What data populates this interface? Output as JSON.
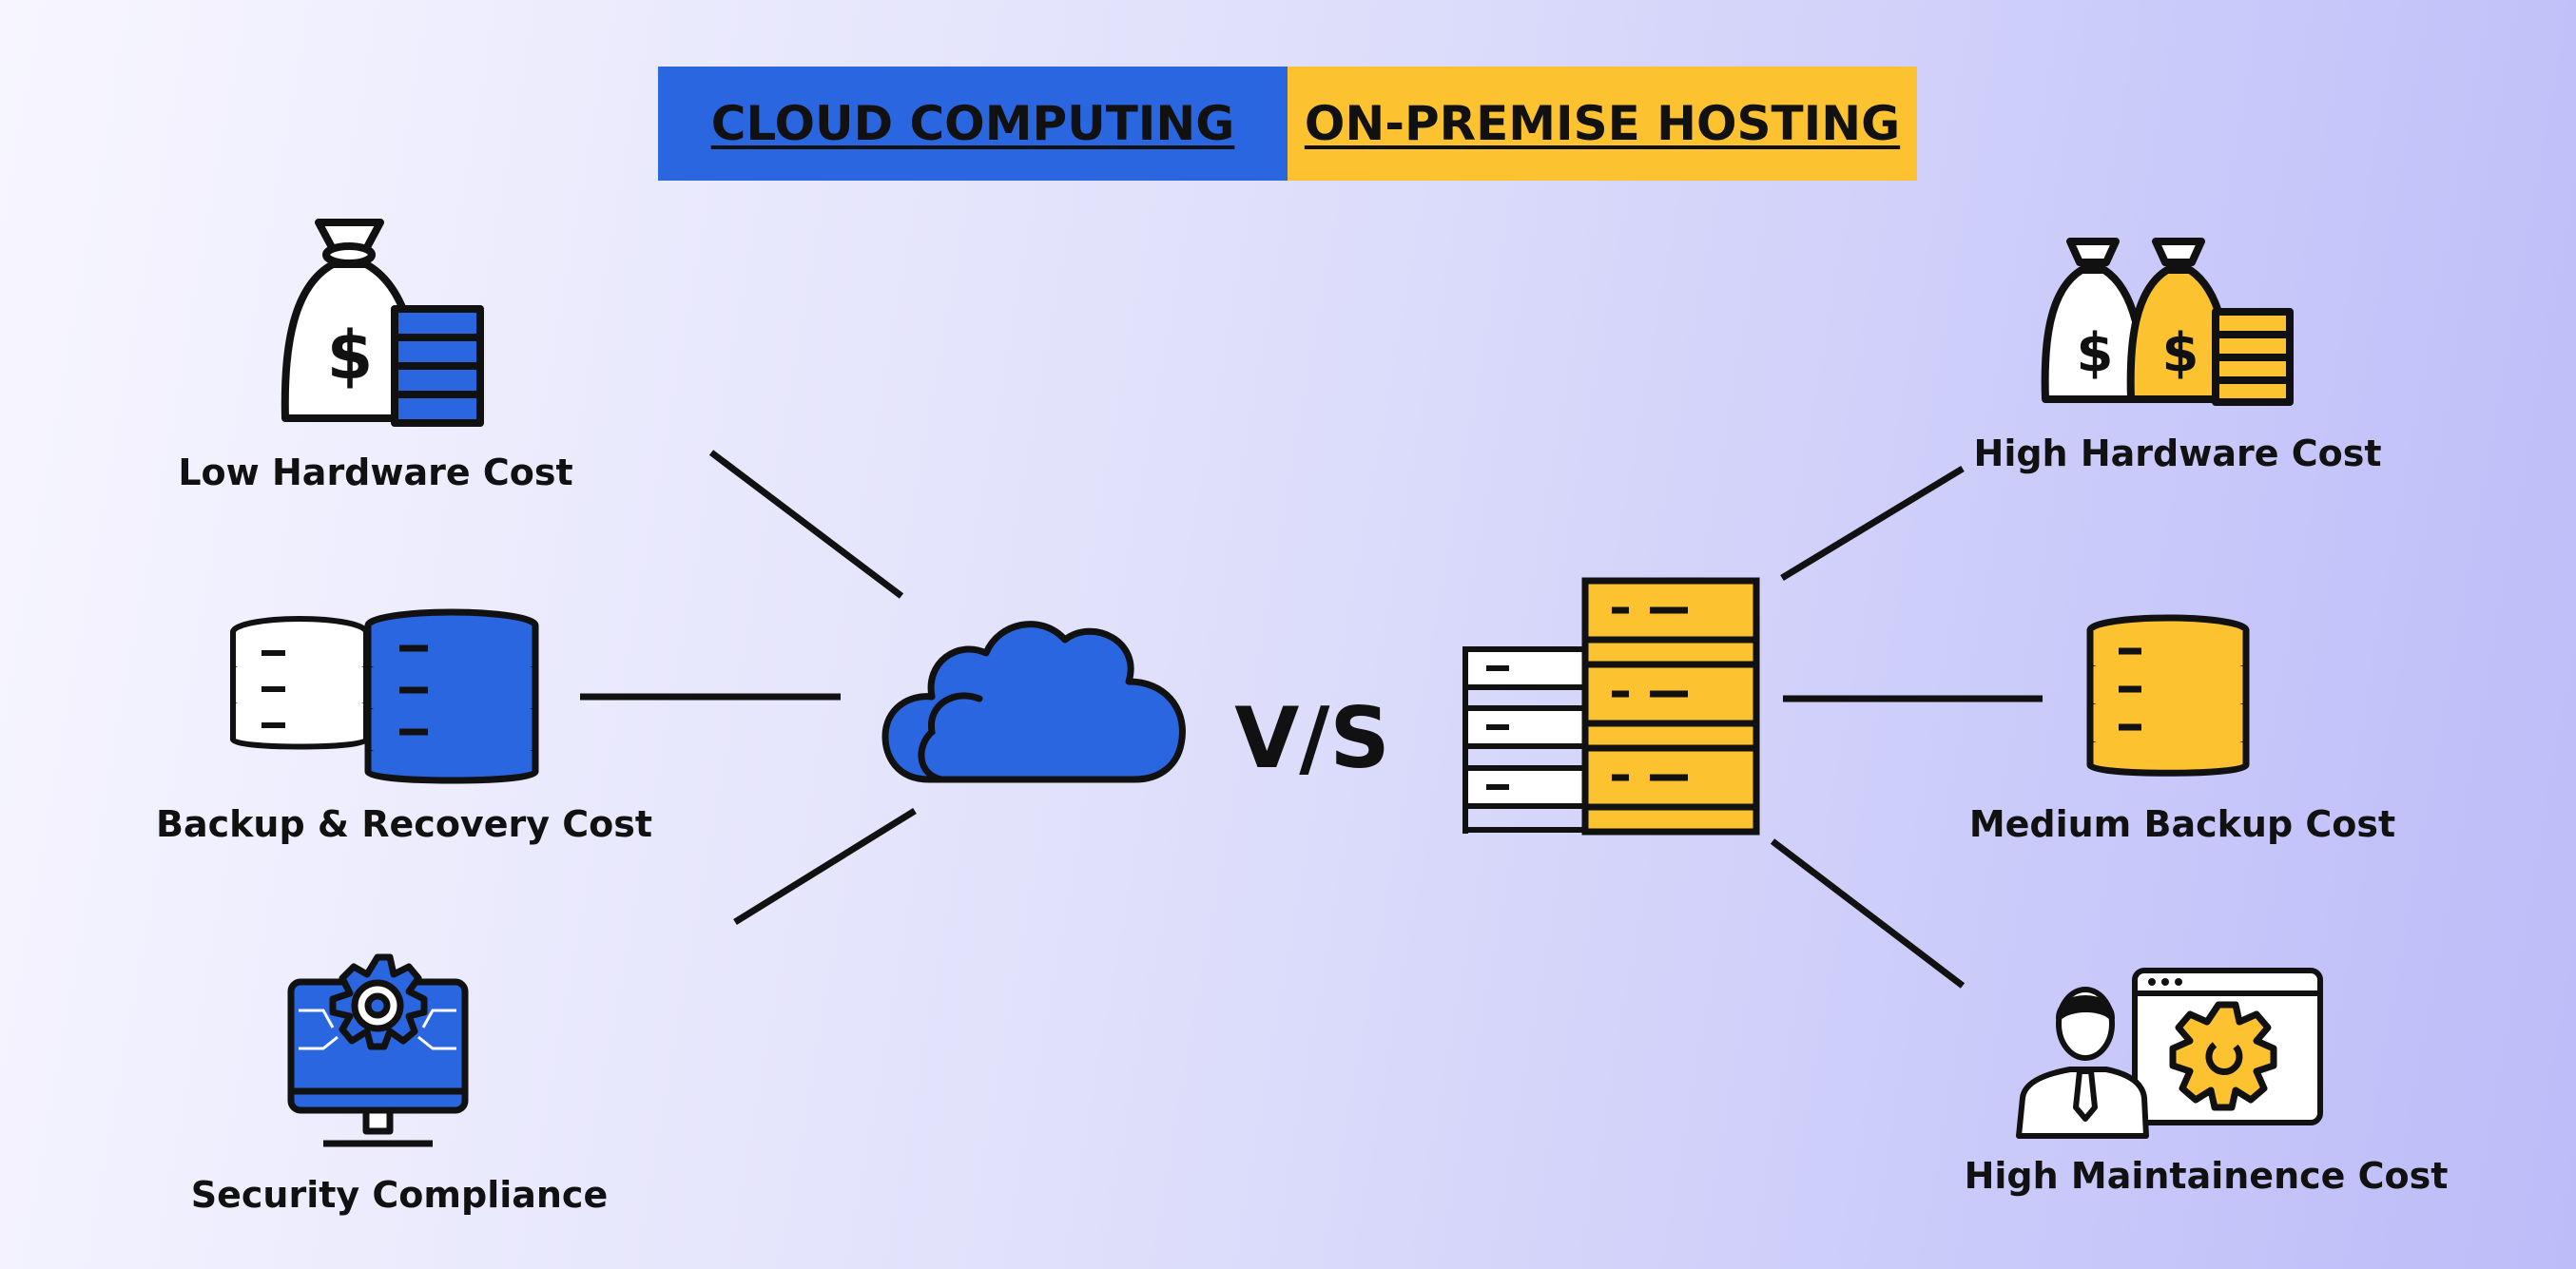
{
  "header": {
    "cloud_label": "CLOUD COMPUTING",
    "onprem_label": "ON-PREMISE HOSTING"
  },
  "center": {
    "vs_text": "V/S"
  },
  "cloud_side": {
    "items": [
      {
        "label": "Low Hardware Cost",
        "icon": "money-bag-icon"
      },
      {
        "label": "Backup & Recovery Cost",
        "icon": "database-icon"
      },
      {
        "label": "Security Compliance",
        "icon": "monitor-gear-icon"
      }
    ]
  },
  "onprem_side": {
    "items": [
      {
        "label": "High Hardware Cost",
        "icon": "money-bags-icon"
      },
      {
        "label": "Medium Backup Cost",
        "icon": "database-icon"
      },
      {
        "label": "High Maintainence Cost",
        "icon": "person-gear-icon"
      }
    ]
  },
  "colors": {
    "cloud_blue": "#2a66e0",
    "onprem_yellow": "#fcc230",
    "outline": "#111111",
    "white_fill": "#ffffff"
  }
}
